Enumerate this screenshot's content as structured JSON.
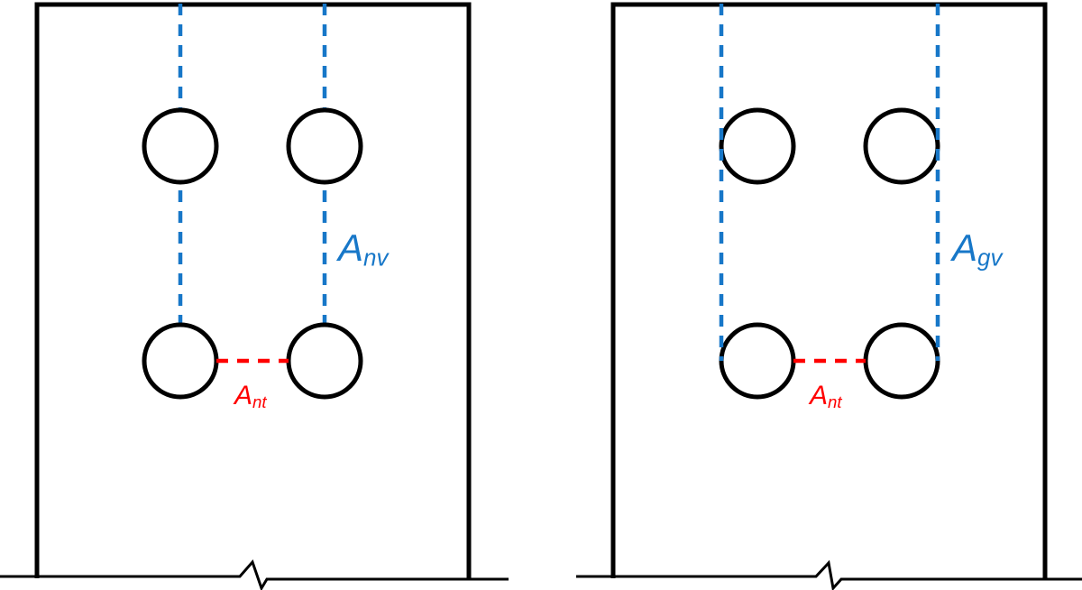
{
  "colors": {
    "shear_path_blue": "#1777c8",
    "tension_path_red": "#ff0000",
    "line_black": "#000000",
    "background": "#ffffff"
  },
  "figures": {
    "left": {
      "description": "plate with four bolt holes, net shear and net tension block-shear paths",
      "labels": {
        "shear": {
          "base": "A",
          "sub": "nv"
        },
        "tension": {
          "base": "A",
          "sub": "nt"
        }
      }
    },
    "right": {
      "description": "plate with four bolt holes, gross shear and net tension block-shear paths",
      "labels": {
        "shear": {
          "base": "A",
          "sub": "gv"
        },
        "tension": {
          "base": "A",
          "sub": "nt"
        }
      }
    }
  }
}
